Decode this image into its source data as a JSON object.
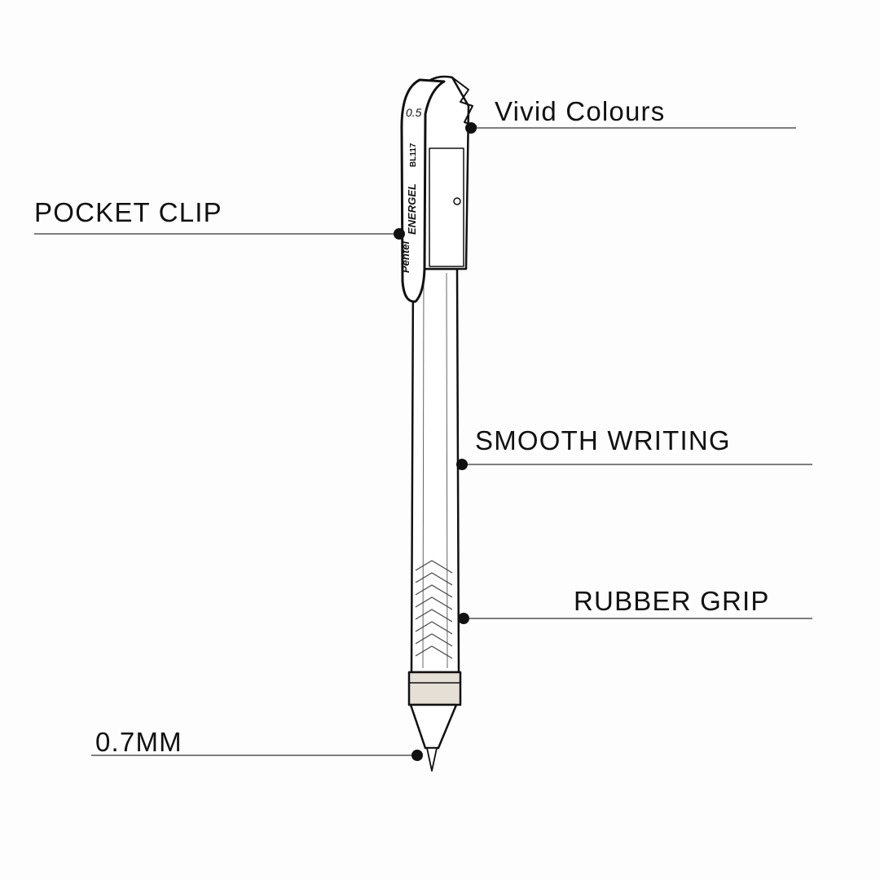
{
  "callouts": {
    "vivid_colours": "Vivid Colours",
    "pocket_clip": "POCKET CLIP",
    "smooth_writing": "SMOOTH WRITING",
    "rubber_grip": "RUBBER GRIP",
    "tip_size": "0.7MM"
  },
  "pen_markings": {
    "brand": "Pentel",
    "product": "ENERGEL",
    "model": "BL117",
    "size": "0.5"
  },
  "colors": {
    "ink": "#111111",
    "line": "#333333"
  }
}
